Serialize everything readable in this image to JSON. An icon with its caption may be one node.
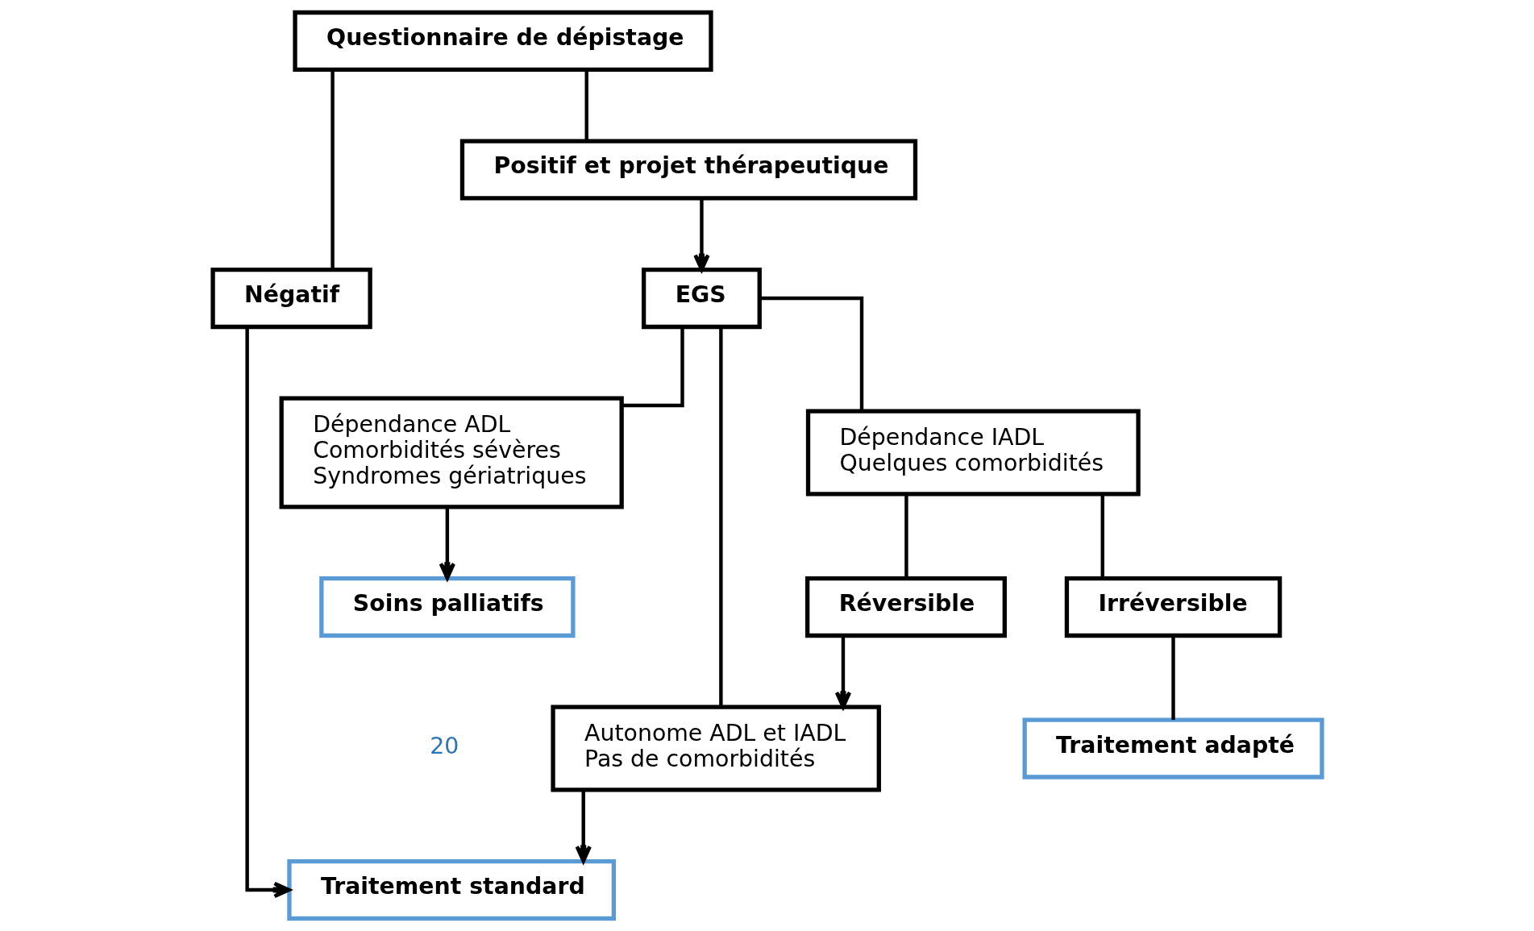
{
  "diagram": {
    "nodes": [
      {
        "text": [
          "Questionnaire de dépistage"
        ]
      },
      {
        "text": [
          "Négatif"
        ]
      },
      {
        "text": [
          "Positif et projet thérapeutique"
        ]
      },
      {
        "text": [
          "Traitement standard"
        ]
      },
      {
        "text": [
          "EGS"
        ]
      },
      {
        "text": [
          "Dépendance IADL",
          "Quelques comorbidités"
        ]
      },
      {
        "text": [
          "Autonome ADL et IADL",
          "Pas de comorbidités"
        ]
      },
      {
        "text": [
          "Dépendance ADL",
          "Comorbidités sévères",
          "Syndromes gériatriques"
        ]
      },
      {
        "text": [
          "Réversible"
        ]
      },
      {
        "text": [
          "Irréversible"
        ]
      },
      {
        "text": [
          "Traitement adapté"
        ]
      },
      {
        "text": [
          "Soins palliatifs"
        ]
      }
    ],
    "edges": [
      {
        "from": 0,
        "to": 1,
        "arrow": "none"
      },
      {
        "from": 0,
        "to": 2,
        "arrow": "none"
      },
      {
        "from": 1,
        "to": 3,
        "arrow": "to"
      },
      {
        "from": 2,
        "to": 4,
        "arrow": "to"
      },
      {
        "from": 4,
        "to": 6,
        "arrow": "none"
      },
      {
        "from": 4,
        "to": 5,
        "arrow": "none"
      },
      {
        "from": 4,
        "to": 7,
        "arrow": "none"
      },
      {
        "from": 6,
        "to": 3,
        "arrow": "to"
      },
      {
        "from": 5,
        "to": 8,
        "arrow": "none"
      },
      {
        "from": 5,
        "to": 9,
        "arrow": "none"
      },
      {
        "from": 8,
        "to": 6,
        "arrow": "to"
      },
      {
        "from": 9,
        "to": 10,
        "arrow": "none"
      },
      {
        "from": 7,
        "to": 11,
        "arrow": "to"
      }
    ],
    "labels": [
      "20"
    ]
  }
}
